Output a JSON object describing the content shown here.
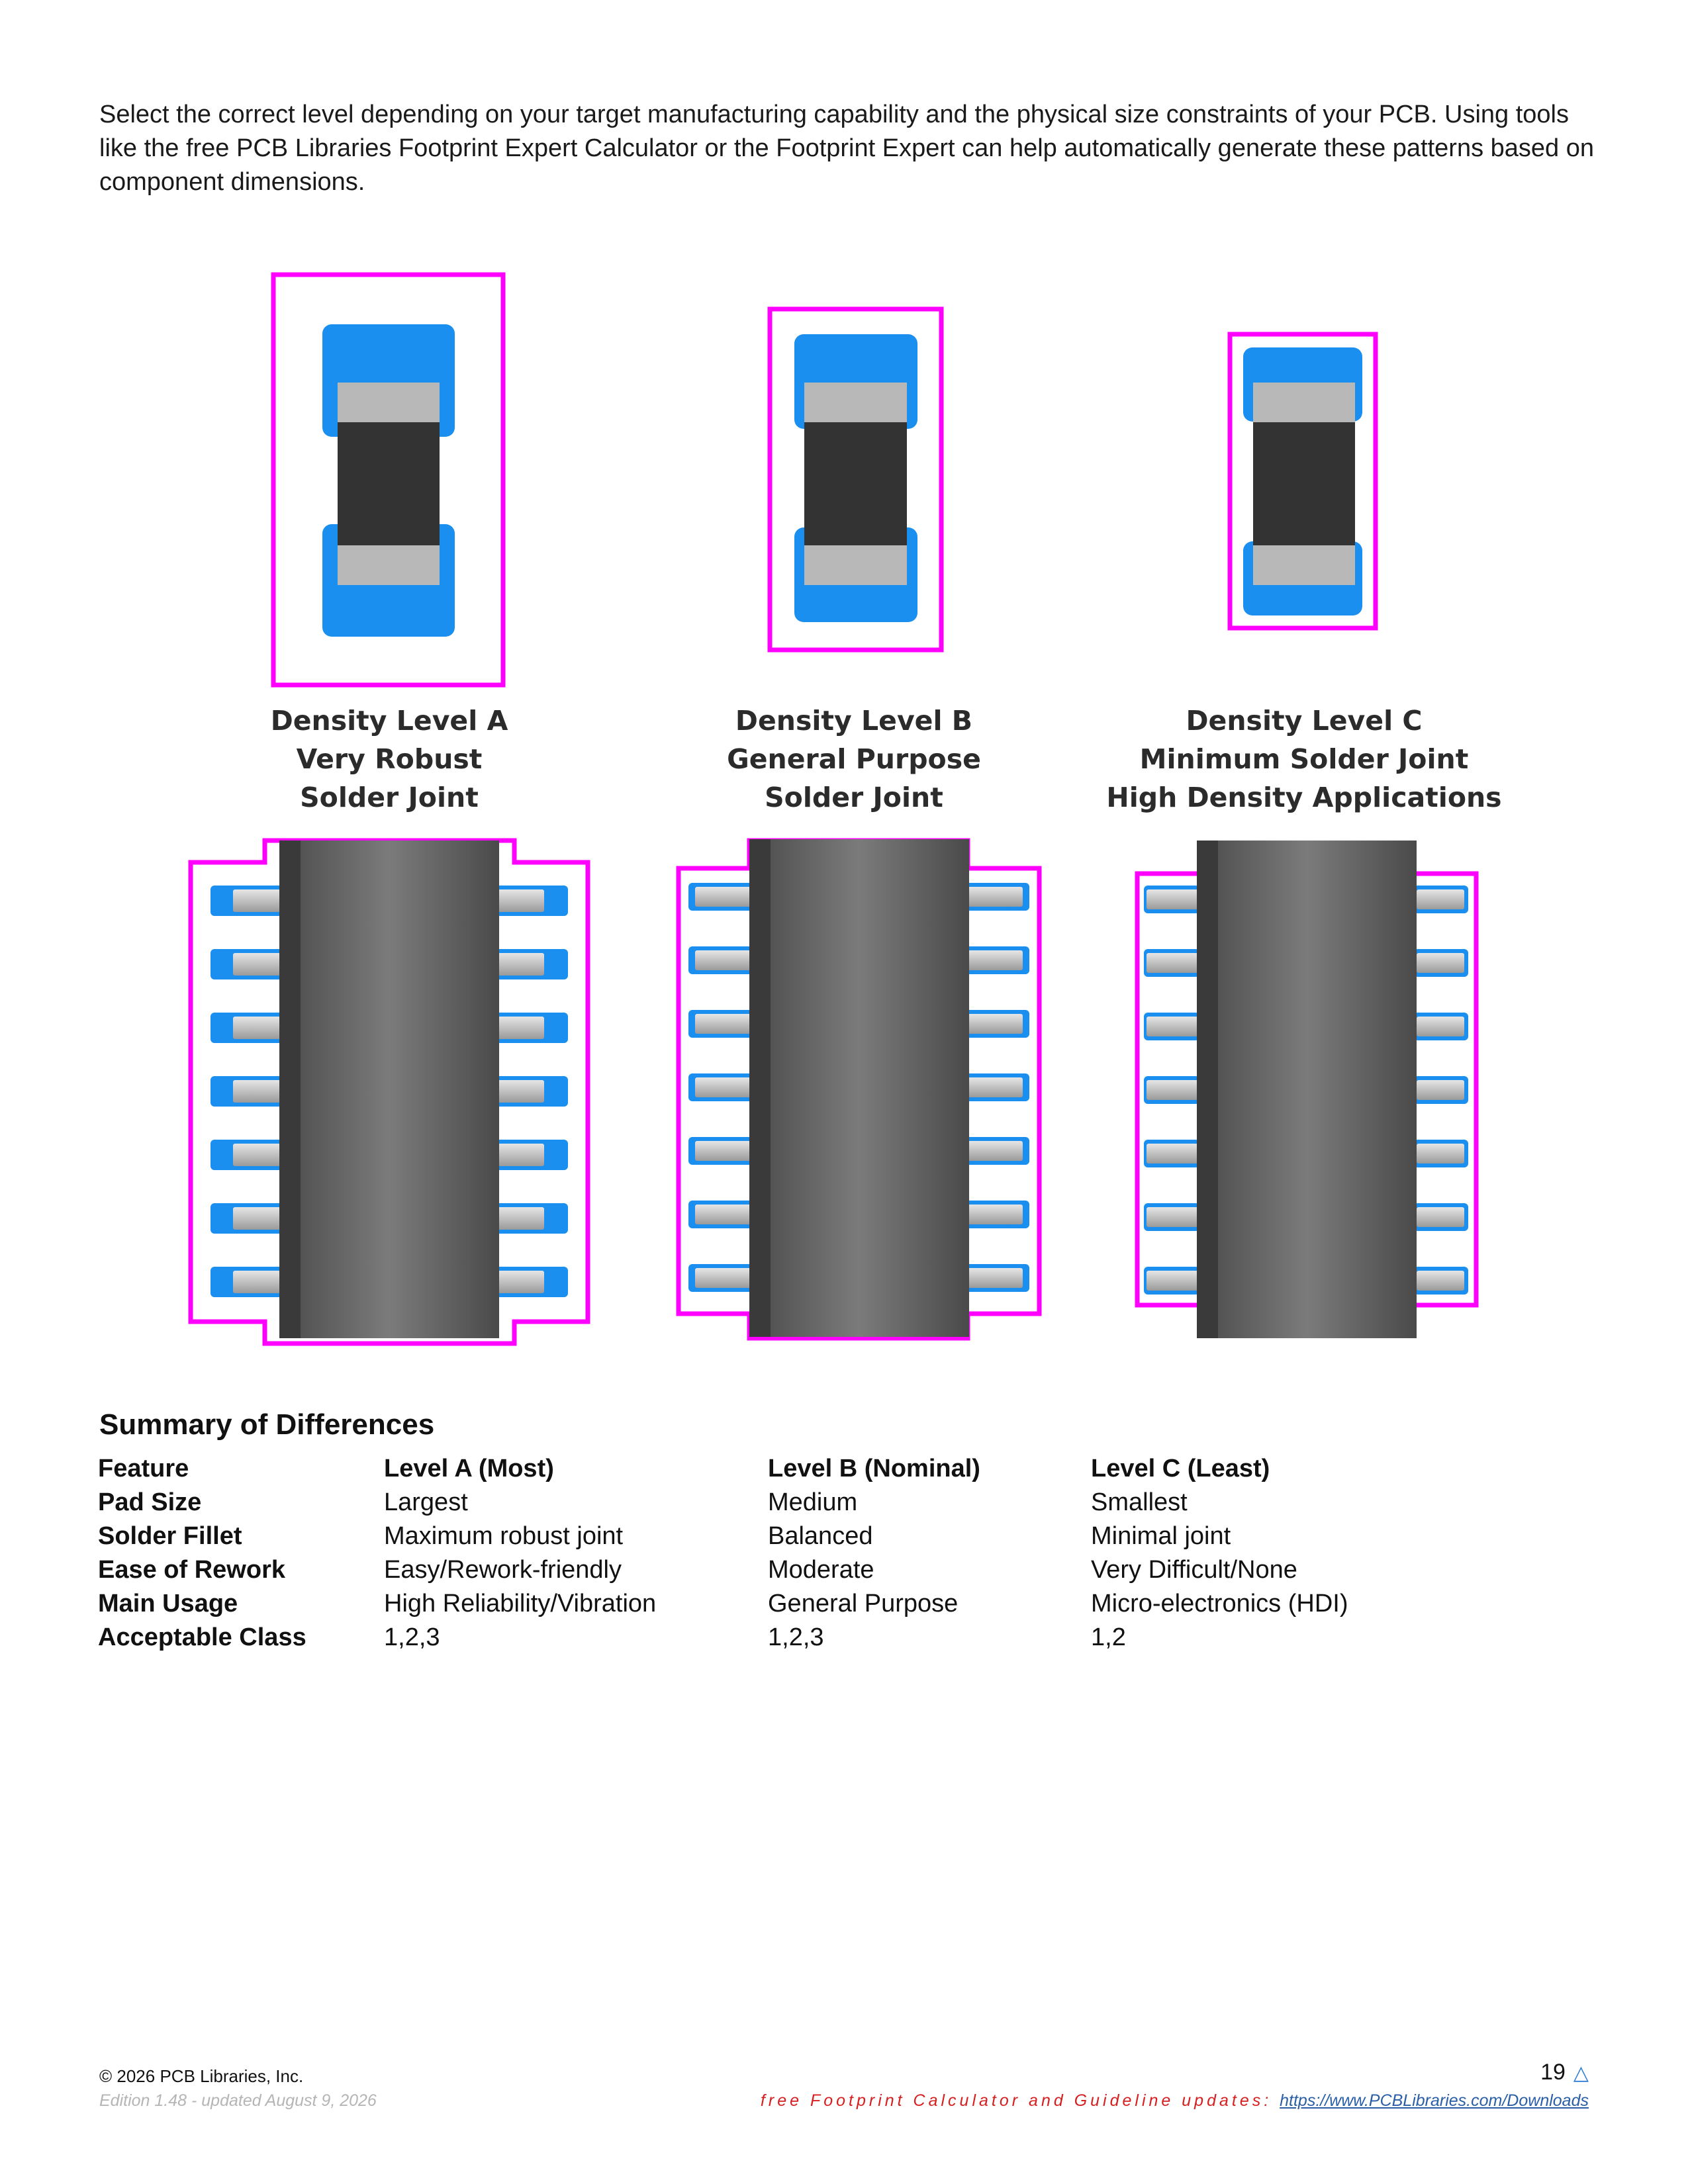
{
  "intro": "Select the correct level depending on your target manufacturing capability and the physical size constraints of your PCB. Using tools like the free PCB Libraries Footprint Expert Calculator or the Footprint Expert can help automatically generate these patterns based on component dimensions.",
  "figure": {
    "colors": {
      "courtyard": "#ff00ff",
      "pad": "#1a8ff0",
      "body": "#333333",
      "terminal": "#b8b8b8"
    },
    "levels": [
      {
        "lines": [
          "Density Level A",
          "Very Robust",
          "Solder Joint"
        ]
      },
      {
        "lines": [
          "Density Level B",
          "General Purpose",
          "Solder Joint"
        ]
      },
      {
        "lines": [
          "Density Level C",
          "Minimum Solder Joint",
          "High Density Applications"
        ]
      }
    ]
  },
  "summary": {
    "title": "Summary of Differences",
    "headers": [
      "Feature",
      "Level A (Most)",
      "Level B (Nominal)",
      "Level C (Least)"
    ],
    "rows": [
      [
        "Pad Size",
        "Largest",
        "Medium",
        "Smallest"
      ],
      [
        "Solder Fillet",
        "Maximum robust joint",
        "Balanced",
        "Minimal joint"
      ],
      [
        "Ease of Rework",
        "Easy/Rework-friendly",
        "Moderate",
        "Very Difficult/None"
      ],
      [
        "Main Usage",
        "High Reliability/Vibration",
        "General Purpose",
        "Micro-electronics (HDI)"
      ],
      [
        "Acceptable Class",
        "1,2,3",
        "1,2,3",
        "1,2"
      ]
    ]
  },
  "footer": {
    "copyright": "© 2026 PCB Libraries, Inc.",
    "edition": "Edition 1.48 - updated August 9, 2026",
    "page_number": "19",
    "page_icon": "triangle-icon",
    "promo_text": "free Footprint Calculator and Guideline updates:",
    "promo_link": "https://www.PCBLibraries.com/Downloads"
  }
}
